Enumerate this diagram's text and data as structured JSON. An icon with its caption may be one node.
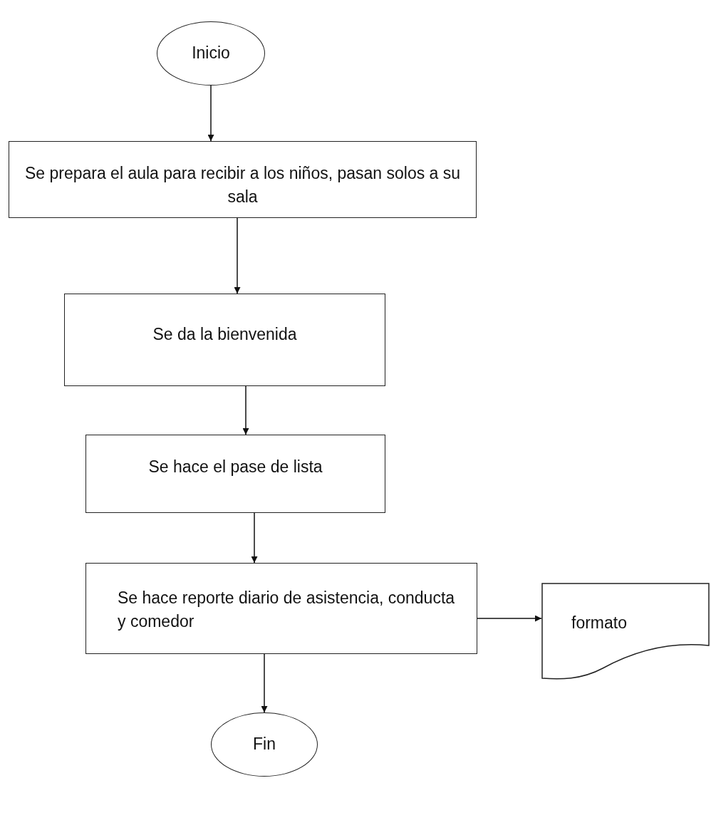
{
  "diagram": {
    "nodes": [
      {
        "text": [
          "Inicio"
        ]
      },
      {
        "text": [
          "Se prepara el aula para recibir a los niños, pasan solos a su sala"
        ]
      },
      {
        "text": [
          "Se da la bienvenida"
        ]
      },
      {
        "text": [
          "Se hace el pase de lista"
        ]
      },
      {
        "text": [
          "Se hace reporte diario de asistencia, conducta y comedor"
        ]
      },
      {
        "text": [
          "formato"
        ]
      },
      {
        "text": [
          "Fin"
        ]
      }
    ],
    "edges": [
      {
        "from": 0,
        "to": 1,
        "arrow": "to"
      },
      {
        "from": 1,
        "to": 2,
        "arrow": "to"
      },
      {
        "from": 2,
        "to": 3,
        "arrow": "to"
      },
      {
        "from": 3,
        "to": 4,
        "arrow": "to"
      },
      {
        "from": 4,
        "to": 5,
        "arrow": "to"
      },
      {
        "from": 4,
        "to": 6,
        "arrow": "to"
      }
    ]
  }
}
